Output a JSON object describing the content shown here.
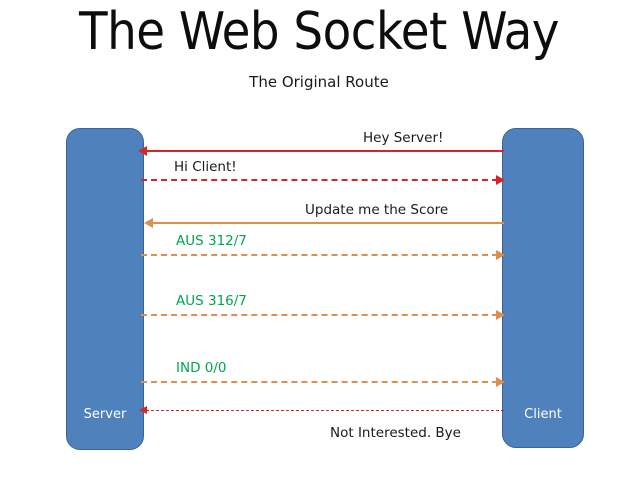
{
  "slide": {
    "title": "The Web Socket Way",
    "subtitle": "The Original Route",
    "background": "#ffffff"
  },
  "colors": {
    "node_fill": "#4f81bd",
    "node_border": "#3a6394",
    "node_text": "#ffffff",
    "handshake_red": "#d62728",
    "polling_orange": "#dd8f4c",
    "score_green": "#00a550",
    "body_text": "#1a1a1a"
  },
  "nodes": {
    "left": {
      "label": "Server"
    },
    "right": {
      "label": "Client"
    }
  },
  "messages": [
    {
      "id": "hey-server",
      "label": "Hey Server!",
      "direction": "right-to-left",
      "style": "solid",
      "color": "#d62728",
      "label_align": "right"
    },
    {
      "id": "hi-client",
      "label": "Hi Client!",
      "direction": "left-to-right",
      "style": "dashed",
      "color": "#d62728",
      "label_align": "left"
    },
    {
      "id": "update-me-the-score",
      "label": "Update me the Score",
      "direction": "right-to-left",
      "style": "solid",
      "color": "#dd8f4c",
      "label_align": "right"
    },
    {
      "id": "aus-312-7",
      "label": "AUS 312/7",
      "direction": "left-to-right",
      "style": "dashed",
      "color": "#dd8f4c",
      "label_align": "left",
      "label_color": "#00a550"
    },
    {
      "id": "aus-316-7",
      "label": "AUS 316/7",
      "direction": "left-to-right",
      "style": "dashed",
      "color": "#dd8f4c",
      "label_align": "left",
      "label_color": "#00a550"
    },
    {
      "id": "ind-0-0",
      "label": "IND 0/0",
      "direction": "left-to-right",
      "style": "dashed",
      "color": "#dd8f4c",
      "label_align": "left",
      "label_color": "#00a550"
    },
    {
      "id": "not-interested-bye",
      "label": "Not Interested. Bye",
      "direction": "right-to-left",
      "style": "dotted",
      "color": "#d62728",
      "label_align": "right"
    }
  ]
}
